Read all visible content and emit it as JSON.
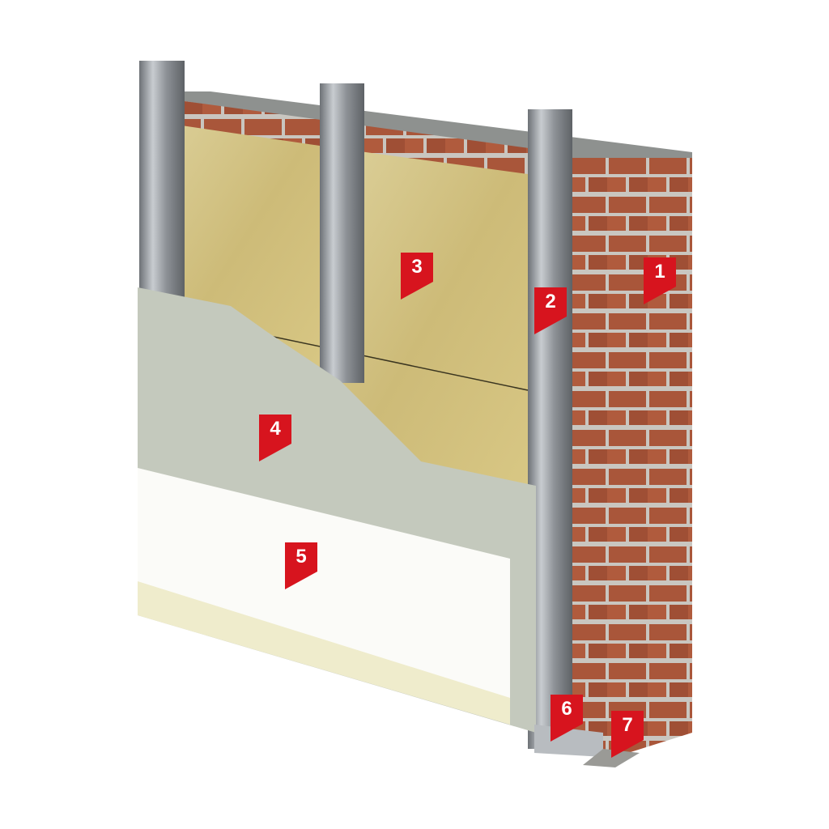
{
  "colors": {
    "marker": "#d7141e",
    "brick": "#a9563a",
    "mortar": "#c9c6c0",
    "insulation": "#d9c88a",
    "board": "#c4c9bd",
    "finish": "#fbfbf8",
    "metal": "#9ea3a8"
  },
  "markers": [
    {
      "label": "1",
      "component": "brick-wall"
    },
    {
      "label": "2",
      "component": "metal-stud"
    },
    {
      "label": "3",
      "component": "mineral-wool-insulation"
    },
    {
      "label": "4",
      "component": "gypsum-board"
    },
    {
      "label": "5",
      "component": "finish-plaster"
    },
    {
      "label": "6",
      "component": "floor-track"
    },
    {
      "label": "7",
      "component": "sealing-tape"
    }
  ]
}
